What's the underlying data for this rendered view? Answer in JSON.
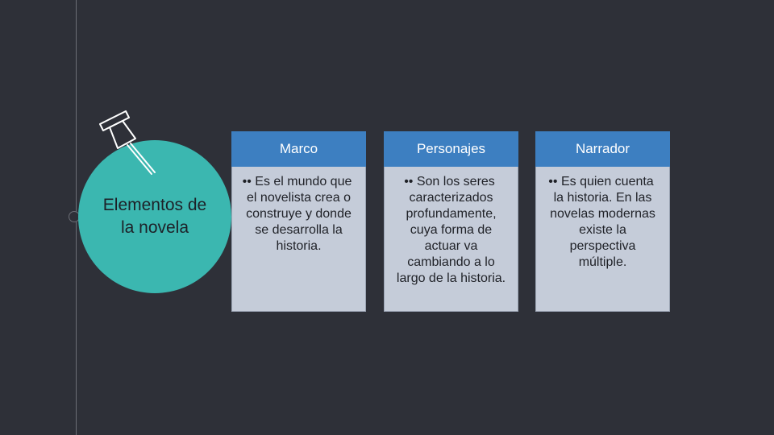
{
  "central": {
    "title": "Elementos de la novela"
  },
  "cards": [
    {
      "header": "Marco",
      "bullet": "••",
      "text": "Es el mundo que el novelista crea o construye y donde se desarrolla la historia."
    },
    {
      "header": "Personajes",
      "bullet": "••",
      "text": "Son los seres caracterizados profundamente, cuya forma de actuar va cambiando a lo largo de la historia."
    },
    {
      "header": "Narrador",
      "bullet": "••",
      "text": "Es quien cuenta la historia. En las novelas modernas existe la perspectiva múltiple."
    }
  ],
  "icons": {
    "pin": "push-pin-icon"
  },
  "colors": {
    "background": "#2e3038",
    "circle": "#3bb7b0",
    "card_header": "#3d7fc1",
    "card_body": "#c5ccd9"
  }
}
